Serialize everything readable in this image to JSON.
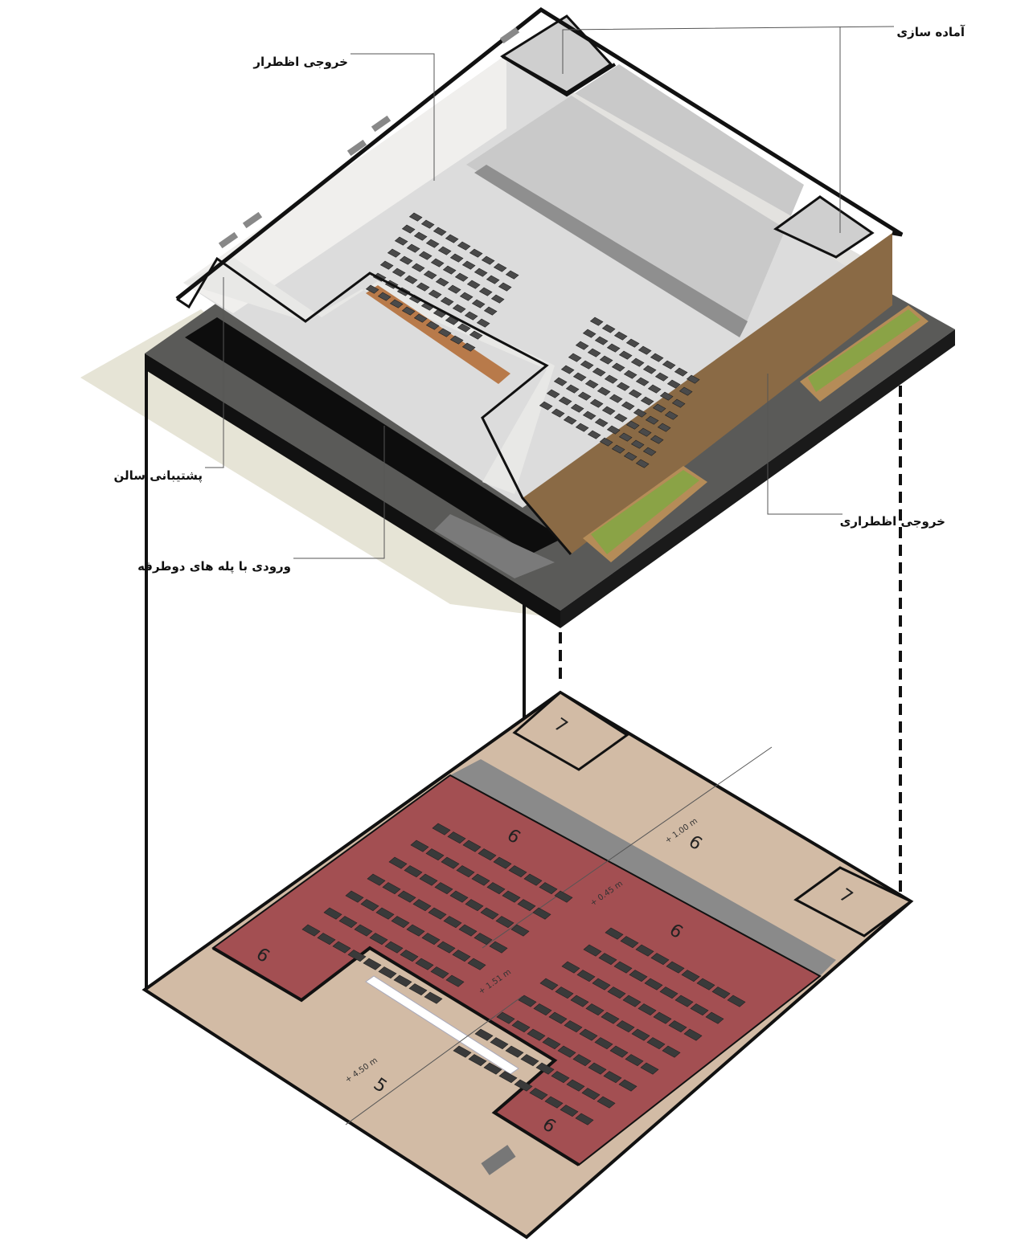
{
  "colors": {
    "seating_floor": "#a34f52",
    "plan_floor": "#d2bba5",
    "stage_strip": "#8a8a8a",
    "seat": "#3a3a3a",
    "wood_wall": "#8a6a45",
    "model_floor": "#dcdcdc",
    "shadow": "#e6e4d6"
  },
  "callouts": {
    "preparation": "آماده سازی",
    "emergency_exit_top": "خروجی اظطرار",
    "hall_support": "پشتیبانی سالن",
    "entrance_stairs": "ورودی با پله های دوطرفه",
    "emergency_exit_right": "خروجی اظطراری"
  },
  "plan": {
    "zones": {
      "prep_top": "7",
      "prep_right": "7",
      "stage": "6",
      "seating_upper": "6",
      "seating_right": "6",
      "seating_left": "6",
      "seating_bottom": "6",
      "lobby": "5"
    },
    "elevations": {
      "stage": "+ 1.00 m",
      "seating_mid": "+ 0.45 m",
      "seating_rear": "+ 1.51 m",
      "lobby": "+ 4.50 m"
    },
    "seat_blocks": [
      {
        "name": "left-block",
        "rows": 7,
        "seats_per_row": 9
      },
      {
        "name": "right-block",
        "rows": 8,
        "seats_per_row": 9
      }
    ]
  }
}
